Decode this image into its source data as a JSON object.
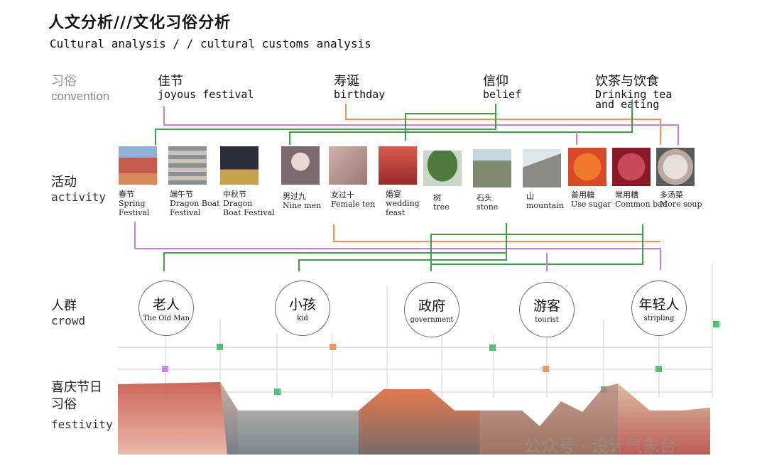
{
  "title_cn": "人文分析///文化习俗分析",
  "title_en": "Cultural analysis / / cultural customs analysis",
  "rows": {
    "convention": {
      "cn": "习俗",
      "en": "convention"
    },
    "activity": {
      "cn": "活动",
      "en": "activity"
    },
    "crowd": {
      "cn": "人群",
      "en": "crowd"
    },
    "festivity": {
      "cn1": "喜庆节日",
      "cn2": "习俗",
      "en": "festivity"
    }
  },
  "categories": [
    {
      "cn": "佳节",
      "en": "joyous festival"
    },
    {
      "cn": "寿诞",
      "en": "birthday"
    },
    {
      "cn": "信仰",
      "en": "belief"
    },
    {
      "cn": "饮茶与饮食",
      "en1": "Drinking tea",
      "en2": "and eating"
    }
  ],
  "activities": [
    {
      "cn": "春节",
      "en1": "Spring",
      "en2": "Festival",
      "color": "#c45a4a"
    },
    {
      "cn": "端午节",
      "en1": "Dragon Boat",
      "en2": "Festival",
      "color": "#8a8f96"
    },
    {
      "cn": "中秋节",
      "en1": "Dragon",
      "en2": "Boat Festival",
      "color": "#5c4a2e"
    },
    {
      "cn": "男过九",
      "en1": "Nine men",
      "en2": "",
      "color": "#7a6a70"
    },
    {
      "cn": "女过十",
      "en1": "Female ten",
      "en2": "",
      "color": "#9a7a74"
    },
    {
      "cn": "婚宴",
      "en1": "wedding",
      "en2": "feast",
      "color": "#b23a3a"
    },
    {
      "cn": "树",
      "en1": "tree",
      "en2": "",
      "color": "#4e7a3e"
    },
    {
      "cn": "石头",
      "en1": "stone",
      "en2": "",
      "color": "#7e8a70"
    },
    {
      "cn": "山",
      "en1": "mountain",
      "en2": "",
      "color": "#8a8a84"
    },
    {
      "cn": "善用糖",
      "en1": "Use sugar",
      "en2": "",
      "color": "#d8542a"
    },
    {
      "cn": "常用糟",
      "en1": "Common bad",
      "en2": "",
      "color": "#9a2a3a"
    },
    {
      "cn": "多汤菜",
      "en1": "More soup",
      "en2": "",
      "color": "#b8aaa0"
    }
  ],
  "crowds": [
    {
      "cn": "老人",
      "en": "The Old Man"
    },
    {
      "cn": "小孩",
      "en": "kid"
    },
    {
      "cn": "政府",
      "en": "government"
    },
    {
      "cn": "游客",
      "en": "tourist"
    },
    {
      "cn": "年轻人",
      "en": "stripling"
    }
  ],
  "watermark": "公众号 · 设计气象台",
  "colors": {
    "purple": "#c77ee0",
    "orange": "#e8935a",
    "green": "#3f9e4a",
    "square_green": "#4fc27a"
  }
}
